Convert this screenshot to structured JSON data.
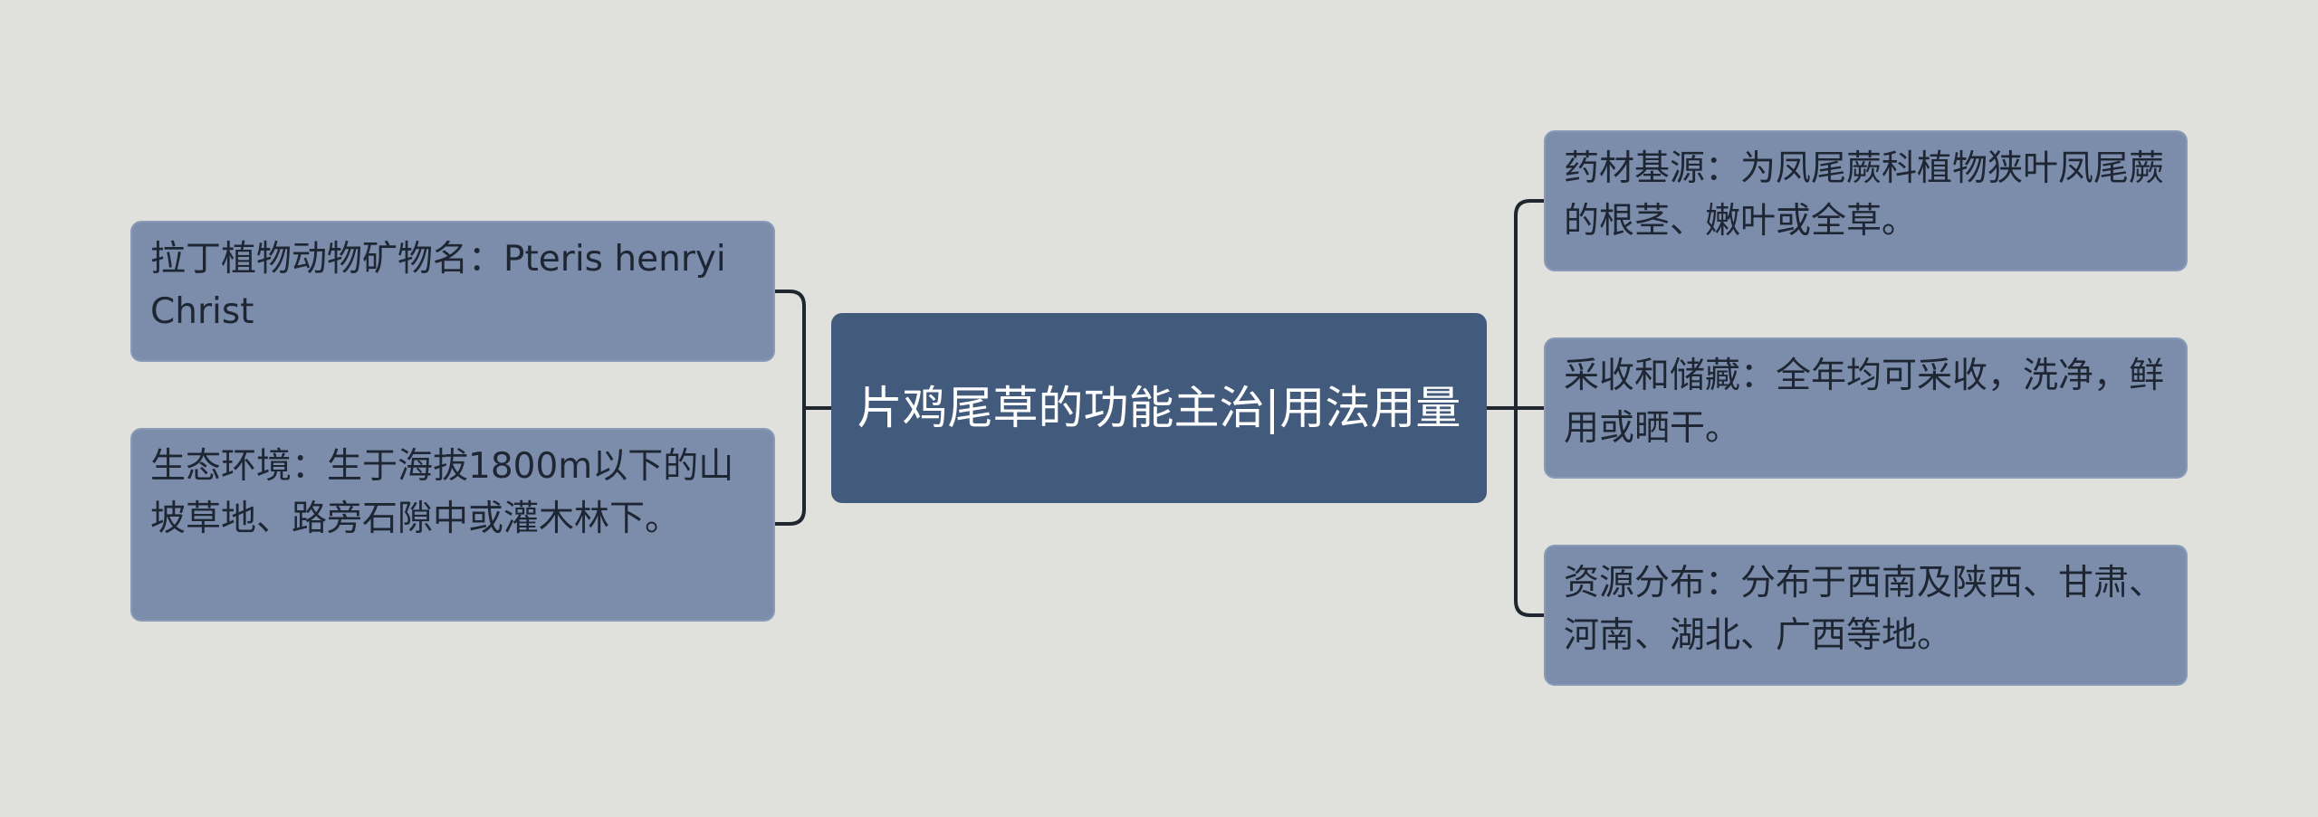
{
  "colors": {
    "background": "#e0e1dc",
    "center_fill": "#425a7c",
    "center_text": "#ffffff",
    "leaf_fill": "#7b8dab",
    "leaf_text": "#1f2633",
    "connector": "#1f2630"
  },
  "center": {
    "text": "片鸡尾草的功能主治|用法用量"
  },
  "left": [
    {
      "text": "拉丁植物动物矿物名：Pteris henryi Christ"
    },
    {
      "text": "生态环境：生于海拔1800m以下的山坡草地、路旁石隙中或灌木林下。"
    }
  ],
  "right": [
    {
      "text": "药材基源：为凤尾蕨科植物狭叶凤尾蕨的根茎、嫩叶或全草。"
    },
    {
      "text": "采收和储藏：全年均可采收，洗净，鲜用或晒干。"
    },
    {
      "text": "资源分布：分布于西南及陕西、甘肃、河南、湖北、广西等地。"
    }
  ]
}
